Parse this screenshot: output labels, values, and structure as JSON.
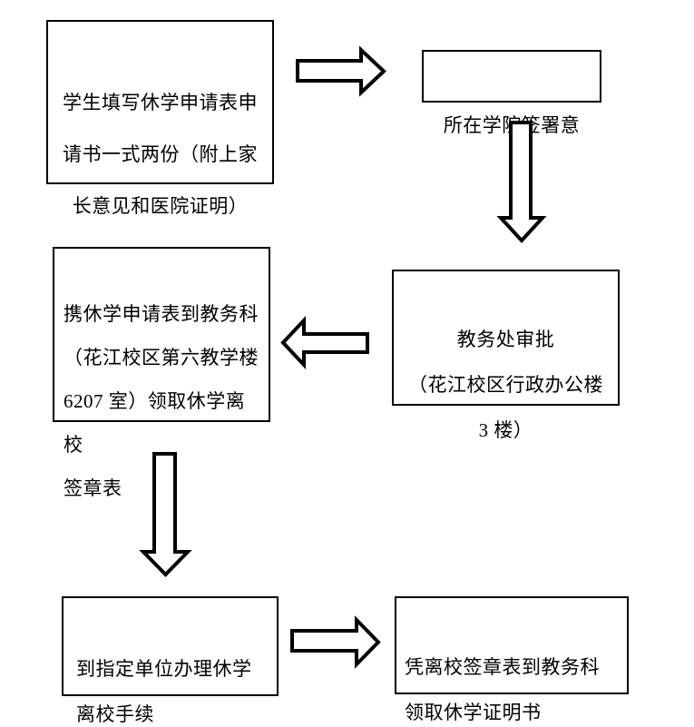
{
  "diagram": {
    "background_color": "#ffffff",
    "line_color": "#000000",
    "nodes": [
      {
        "id": "student-fill-form",
        "lines": [
          "学生填写休学申请表申",
          "请书一式两份（附上家",
          "长意见和医院证明）"
        ]
      },
      {
        "id": "college-sign-opinion",
        "lines": [
          "所在学院签署意"
        ]
      },
      {
        "id": "academic-office-approval",
        "lines": [
          "教务处审批",
          "（花江校区行政办公楼",
          "3 楼）"
        ]
      },
      {
        "id": "get-leave-signature-form",
        "lines": [
          "携休学申请表到教务科",
          "（花江校区第六教学楼",
          "6207 室）领取休学离校",
          "签章表"
        ]
      },
      {
        "id": "handle-leave-procedures",
        "lines": [
          "到指定单位办理休学",
          "离校手续"
        ]
      },
      {
        "id": "get-leave-certificate",
        "lines": [
          "凭离校签章表到教务科",
          "领取休学证明书"
        ]
      }
    ],
    "arrows": [
      {
        "id": "arrow-1",
        "direction": "right",
        "from": "student-fill-form",
        "to": "college-sign-opinion"
      },
      {
        "id": "arrow-2",
        "direction": "down",
        "from": "college-sign-opinion",
        "to": "academic-office-approval"
      },
      {
        "id": "arrow-3",
        "direction": "left",
        "from": "academic-office-approval",
        "to": "get-leave-signature-form"
      },
      {
        "id": "arrow-4",
        "direction": "down",
        "from": "get-leave-signature-form",
        "to": "handle-leave-procedures"
      },
      {
        "id": "arrow-5",
        "direction": "right",
        "from": "handle-leave-procedures",
        "to": "get-leave-certificate"
      }
    ]
  }
}
